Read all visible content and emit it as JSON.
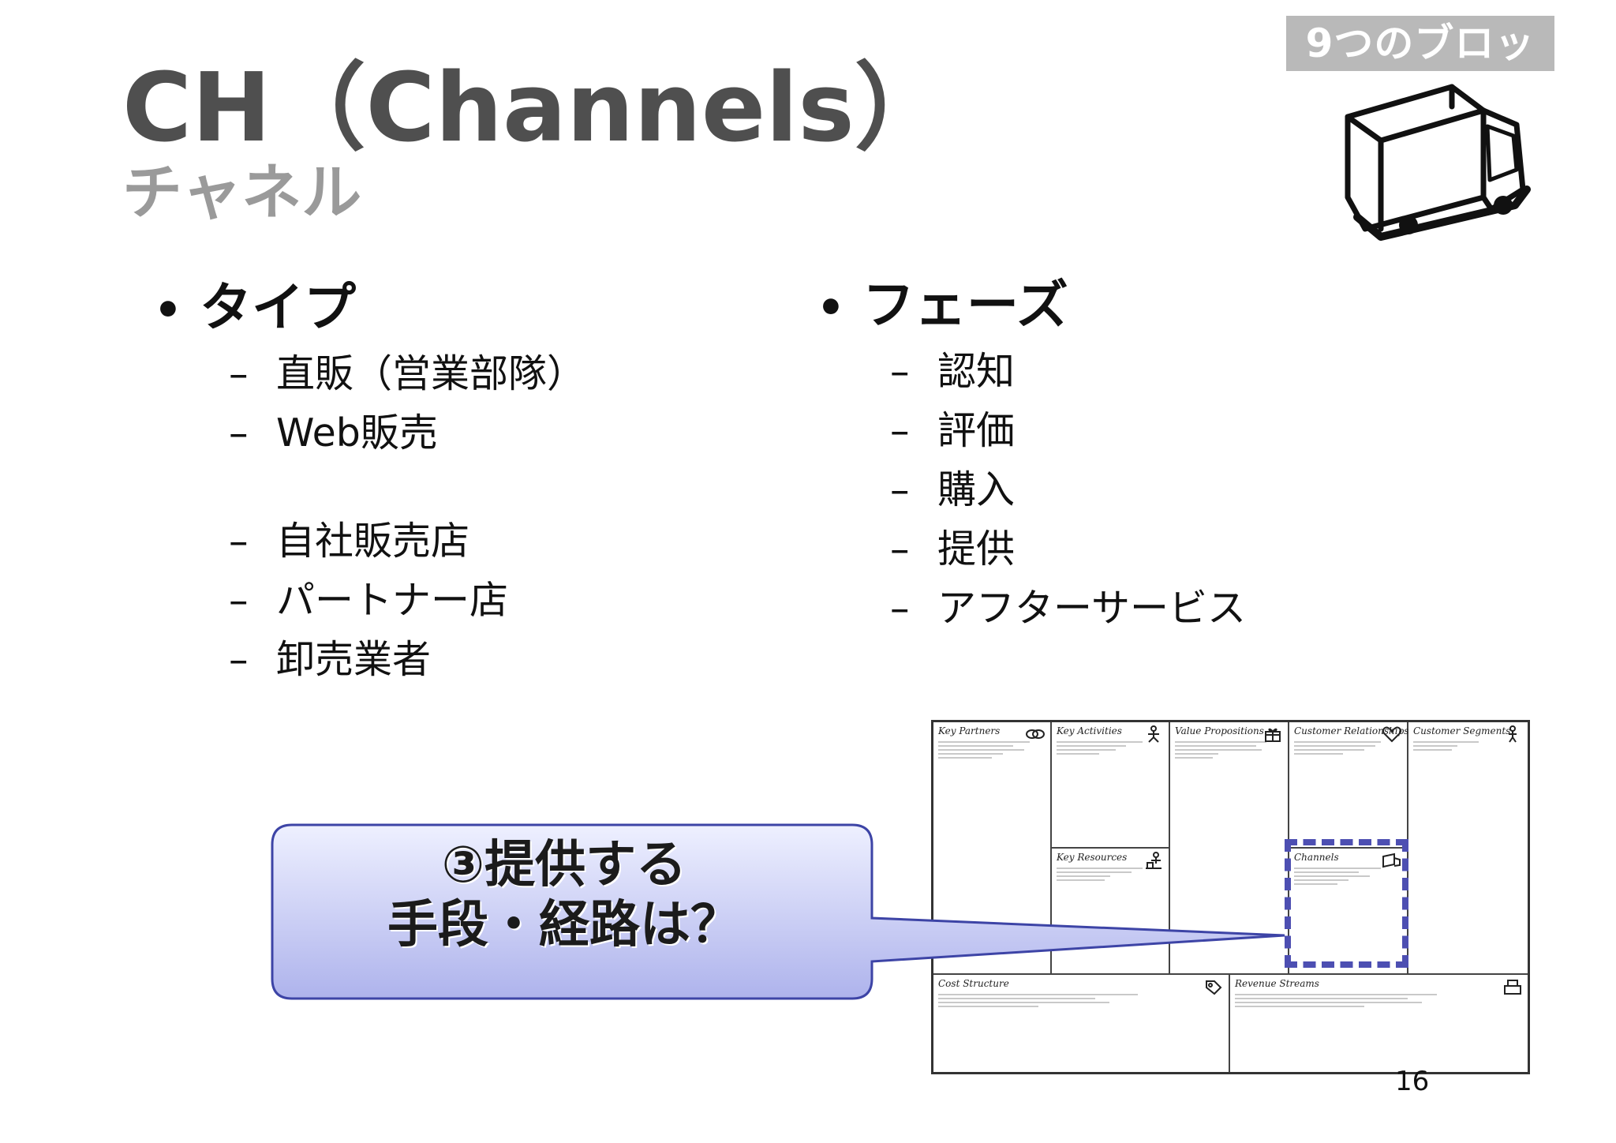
{
  "badge": "9つのブロック",
  "title": "CH（Channels）",
  "subtitle": "チャネル",
  "left_column": {
    "heading": "タイプ",
    "items": [
      "直販（営業部隊）",
      "Web販売",
      "自社販売店",
      "パートナー店",
      "卸売業者"
    ]
  },
  "right_column": {
    "heading": "フェーズ",
    "items": [
      "認知",
      "評価",
      "購入",
      "提供",
      "アフターサービス"
    ]
  },
  "bullet_symbol": "•",
  "dash_symbol": "–",
  "callout": {
    "line1": "③提供する",
    "line2": "手段・経路は？"
  },
  "canvas_blocks": {
    "key_partners": "Key Partners",
    "key_activities": "Key Activities",
    "key_resources": "Key Resources",
    "value_propositions": "Value Propositions",
    "customer_relationships": "Customer Relationships",
    "channels": "Channels",
    "customer_segments": "Customer Segments",
    "cost_structure": "Cost Structure",
    "revenue_streams": "Revenue Streams"
  },
  "page_number": "16",
  "colors": {
    "title": "#4f4f4f",
    "subtitle": "#9a9a9a",
    "badge_bg": "#b9b9b9",
    "highlight": "#4d4fb2",
    "callout_top": "#eef0ff",
    "callout_bottom": "#aeb3ec"
  },
  "icons": [
    "truck-icon"
  ]
}
